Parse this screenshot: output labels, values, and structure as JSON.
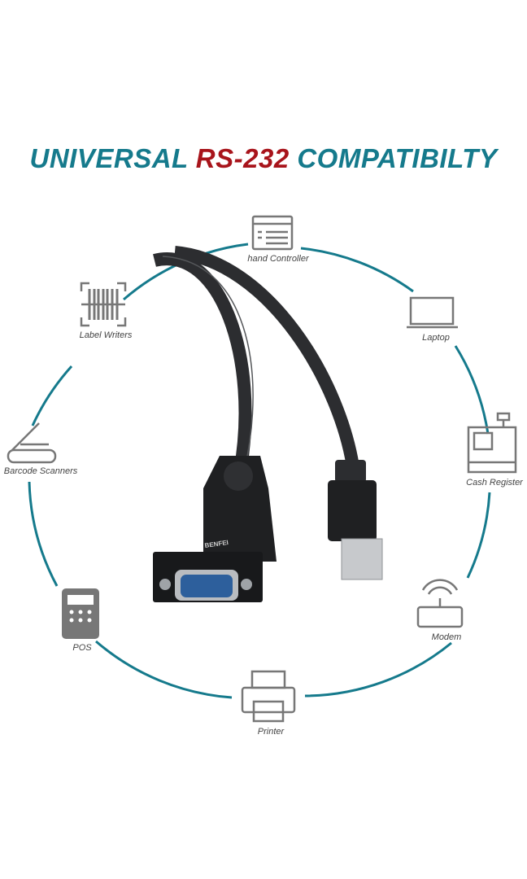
{
  "title": {
    "part1": "UNIVERSAL",
    "part2": "RS-232",
    "part3": "COMPATIBILTY"
  },
  "colors": {
    "accent": "#157a8c",
    "highlight": "#a8141b",
    "icon": "#777777",
    "cable": "#2c2d30"
  },
  "brand_logo": "BENFEI",
  "devices": [
    {
      "label": "hand Controller",
      "icon": "window-list-icon"
    },
    {
      "label": "Laptop",
      "icon": "laptop-icon"
    },
    {
      "label": "Cash Register",
      "icon": "cash-register-icon"
    },
    {
      "label": "Modem",
      "icon": "router-icon"
    },
    {
      "label": "Printer",
      "icon": "printer-icon"
    },
    {
      "label": "POS",
      "icon": "pos-terminal-icon"
    },
    {
      "label": "Barcode Scanners",
      "icon": "scanner-icon"
    },
    {
      "label": "Label Writers",
      "icon": "barcode-icon"
    }
  ]
}
